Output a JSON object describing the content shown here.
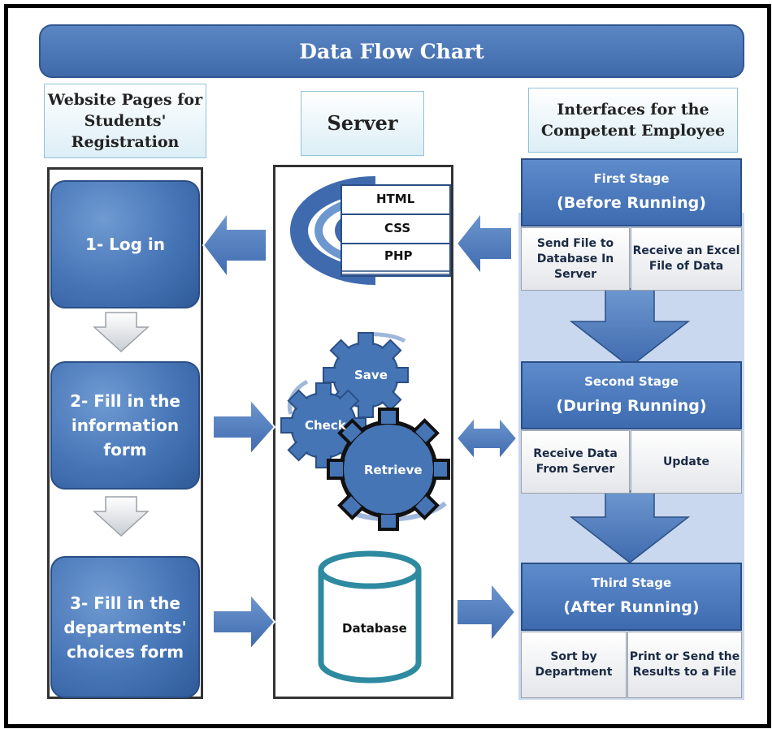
{
  "title": "Data Flow Chart",
  "columns": {
    "left": "Website Pages for Students' Registration",
    "middle": "Server",
    "right": "Interfaces for the Competent Employee"
  },
  "left_steps": [
    "1- Log in",
    "2- Fill in the information form",
    "3- Fill in the departments' choices form"
  ],
  "server": {
    "stack": [
      "HTML",
      "CSS",
      "PHP"
    ],
    "gears": {
      "save": "Save",
      "check": "Check",
      "retrieve": "Retrieve"
    },
    "database": "Database"
  },
  "stages": [
    {
      "title": "First Stage",
      "subtitle": "(Before Running)",
      "items": [
        "Send File to Database In Server",
        "Receive an Excel File of Data"
      ]
    },
    {
      "title": "Second Stage",
      "subtitle": "(During Running)",
      "items": [
        "Receive Data From Server",
        "Update"
      ]
    },
    {
      "title": "Third Stage",
      "subtitle": "(After Running)",
      "items": [
        "Sort by Department",
        "Print or Send the Results to a File"
      ]
    }
  ],
  "colors": {
    "primary": "#4675b6",
    "dark": "#2a4f86",
    "teal": "#2e8aa0",
    "band": "#c9d8ee"
  }
}
